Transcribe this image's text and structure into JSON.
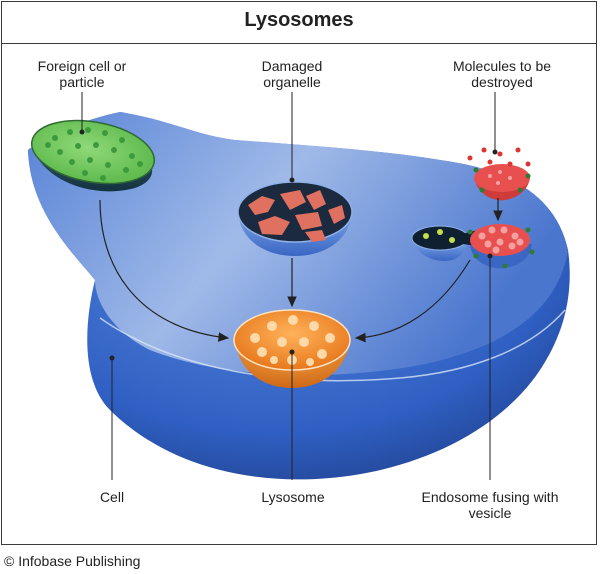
{
  "title": "Lysosomes",
  "labels": {
    "foreign": "Foreign cell or particle",
    "damaged": "Damaged organelle",
    "molecules": "Molecules to be destroyed",
    "cell": "Cell",
    "lysosome": "Lysosome",
    "endosome": "Endosome fusing with vesicle"
  },
  "credit": "© Infobase Publishing",
  "colors": {
    "cell": "#3c6fd0",
    "foreign_particle": "#6cc25a",
    "damaged_organelle": "#e07060",
    "lysosome": "#f08a2c",
    "endosome": "#e85050",
    "vesicle_dots": "#c7e04a"
  }
}
